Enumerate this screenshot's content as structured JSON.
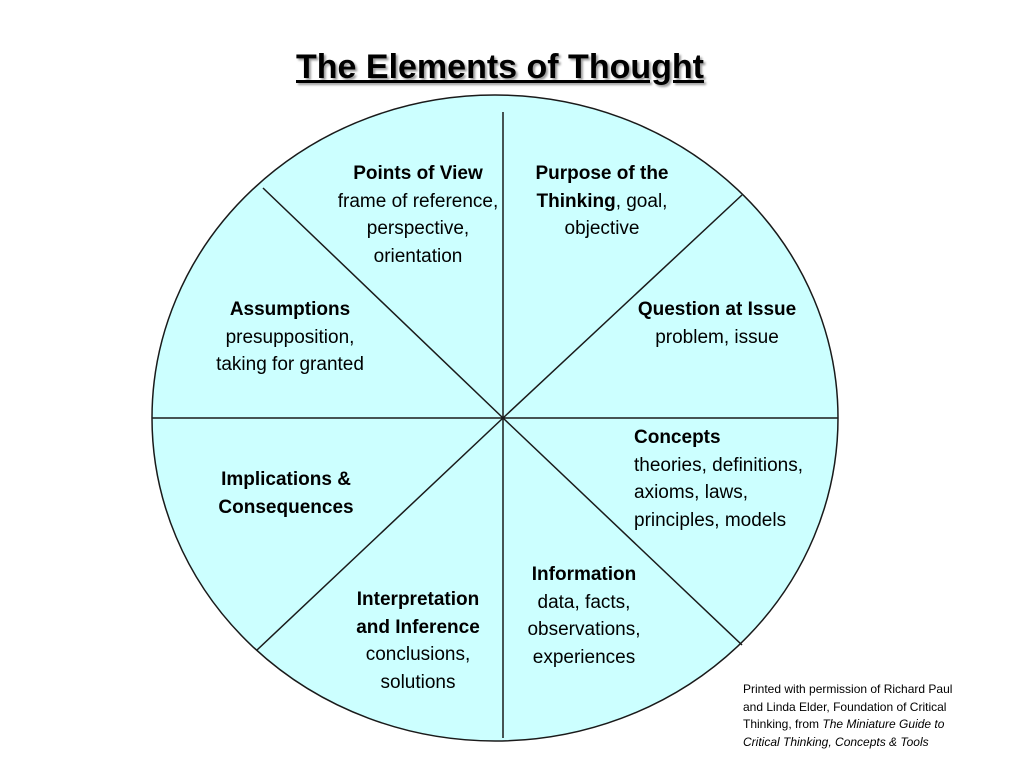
{
  "title": "The Elements of Thought",
  "colors": {
    "fill": "#ccffff",
    "stroke": "#1a1a1a"
  },
  "segments": {
    "points_of_view": {
      "head": "Points of View",
      "lines": [
        "frame of reference,",
        "perspective,",
        "orientation"
      ]
    },
    "purpose": {
      "head": "Purpose of the",
      "head2": "Thinking",
      "rest2": ", goal,",
      "lines": [
        "objective"
      ]
    },
    "assumptions": {
      "head": "Assumptions",
      "lines": [
        "presupposition,",
        "taking for granted"
      ]
    },
    "question": {
      "head": "Question at Issue",
      "lines": [
        "problem, issue"
      ]
    },
    "concepts": {
      "head": "Concepts",
      "lines": [
        "theories, definitions,",
        "axioms, laws,",
        "principles, models"
      ]
    },
    "implications": {
      "head": "Implications &",
      "head2": "Consequences"
    },
    "information": {
      "head": "Information",
      "lines": [
        "data, facts,",
        "observations,",
        "experiences"
      ]
    },
    "interpretation": {
      "head": "Interpretation",
      "head2": "and Inference",
      "lines": [
        "conclusions,",
        "solutions"
      ]
    }
  },
  "credit": {
    "line1": "Printed with permission of Richard Paul",
    "line2": "and Linda Elder, Foundation of Critical",
    "line3_pre": "Thinking, from ",
    "line3_italic": "The Miniature Guide to",
    "line4_italic": "Critical Thinking, Concepts & Tools"
  }
}
